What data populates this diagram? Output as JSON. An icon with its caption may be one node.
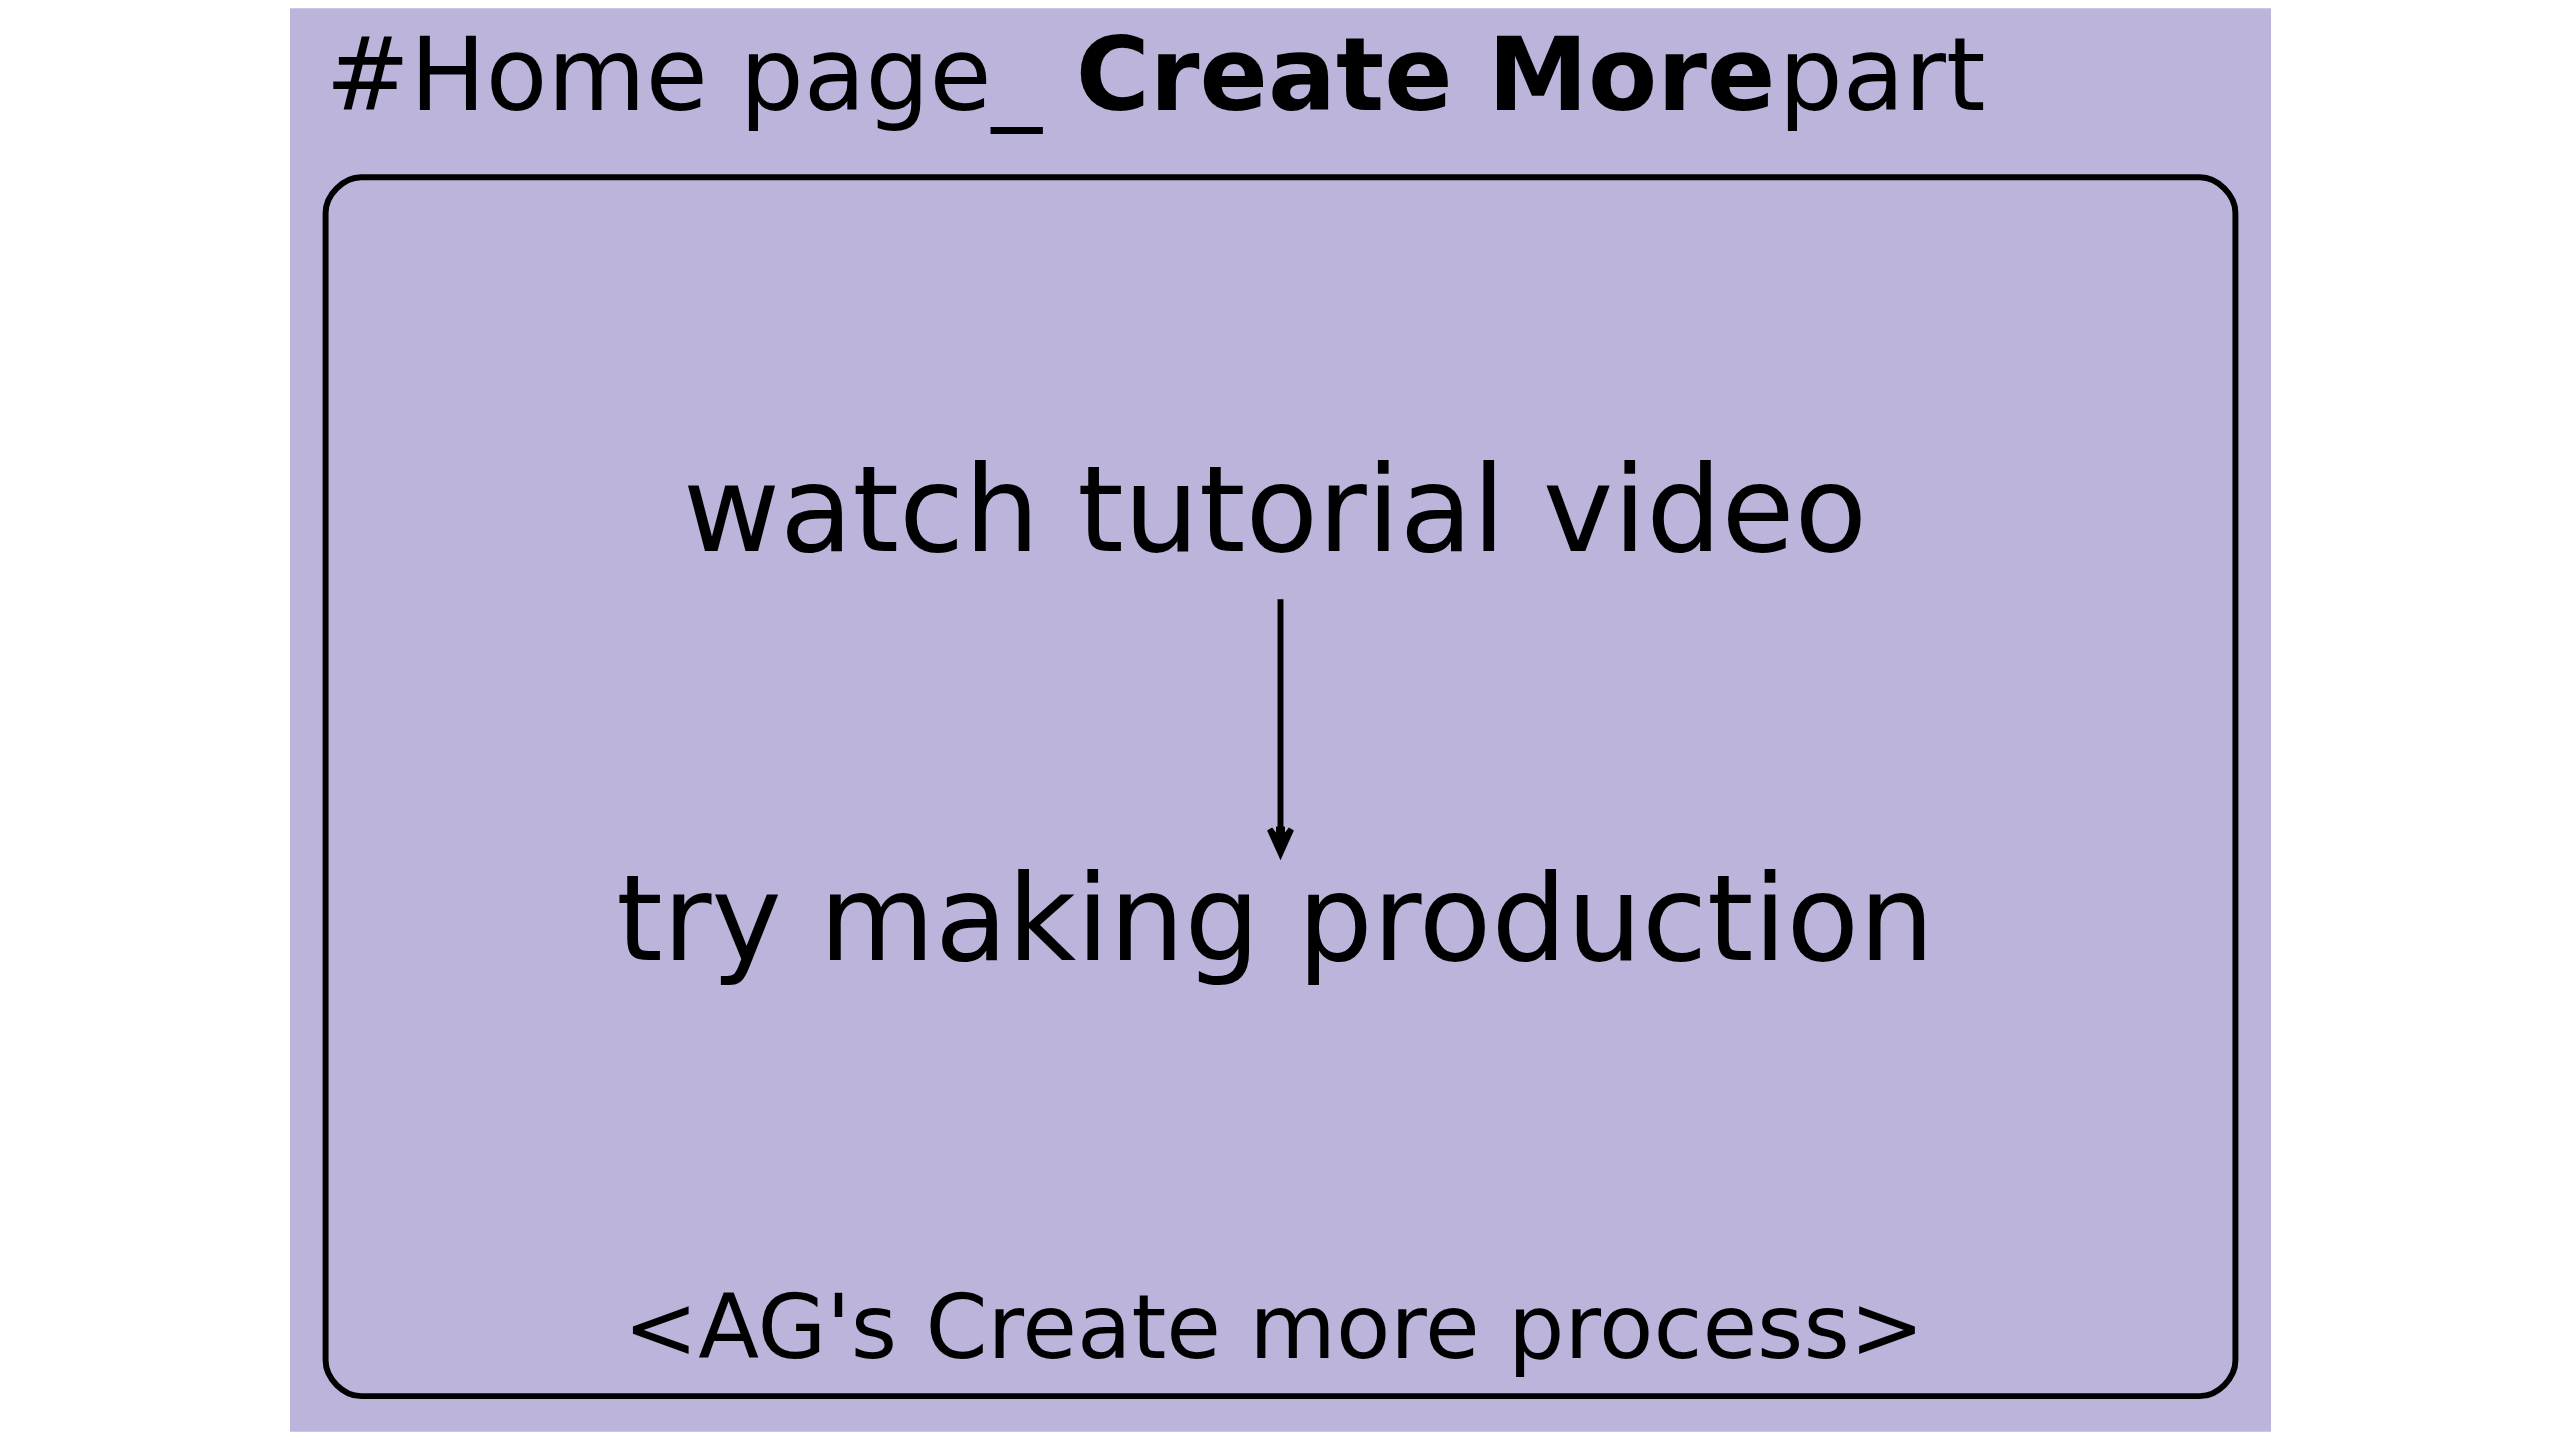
{
  "diagram": {
    "title": "#Home page_ **Create More**part",
    "nodes": [
      {
        "text": [
          "<AG's Create more process>"
        ]
      },
      {
        "text": [
          "watch tutorial video"
        ],
        "in": 0
      },
      {
        "text": [
          "try making production"
        ],
        "in": 0
      }
    ],
    "edges": [
      {
        "from": 1,
        "to": 2,
        "arrow": "to"
      }
    ]
  }
}
